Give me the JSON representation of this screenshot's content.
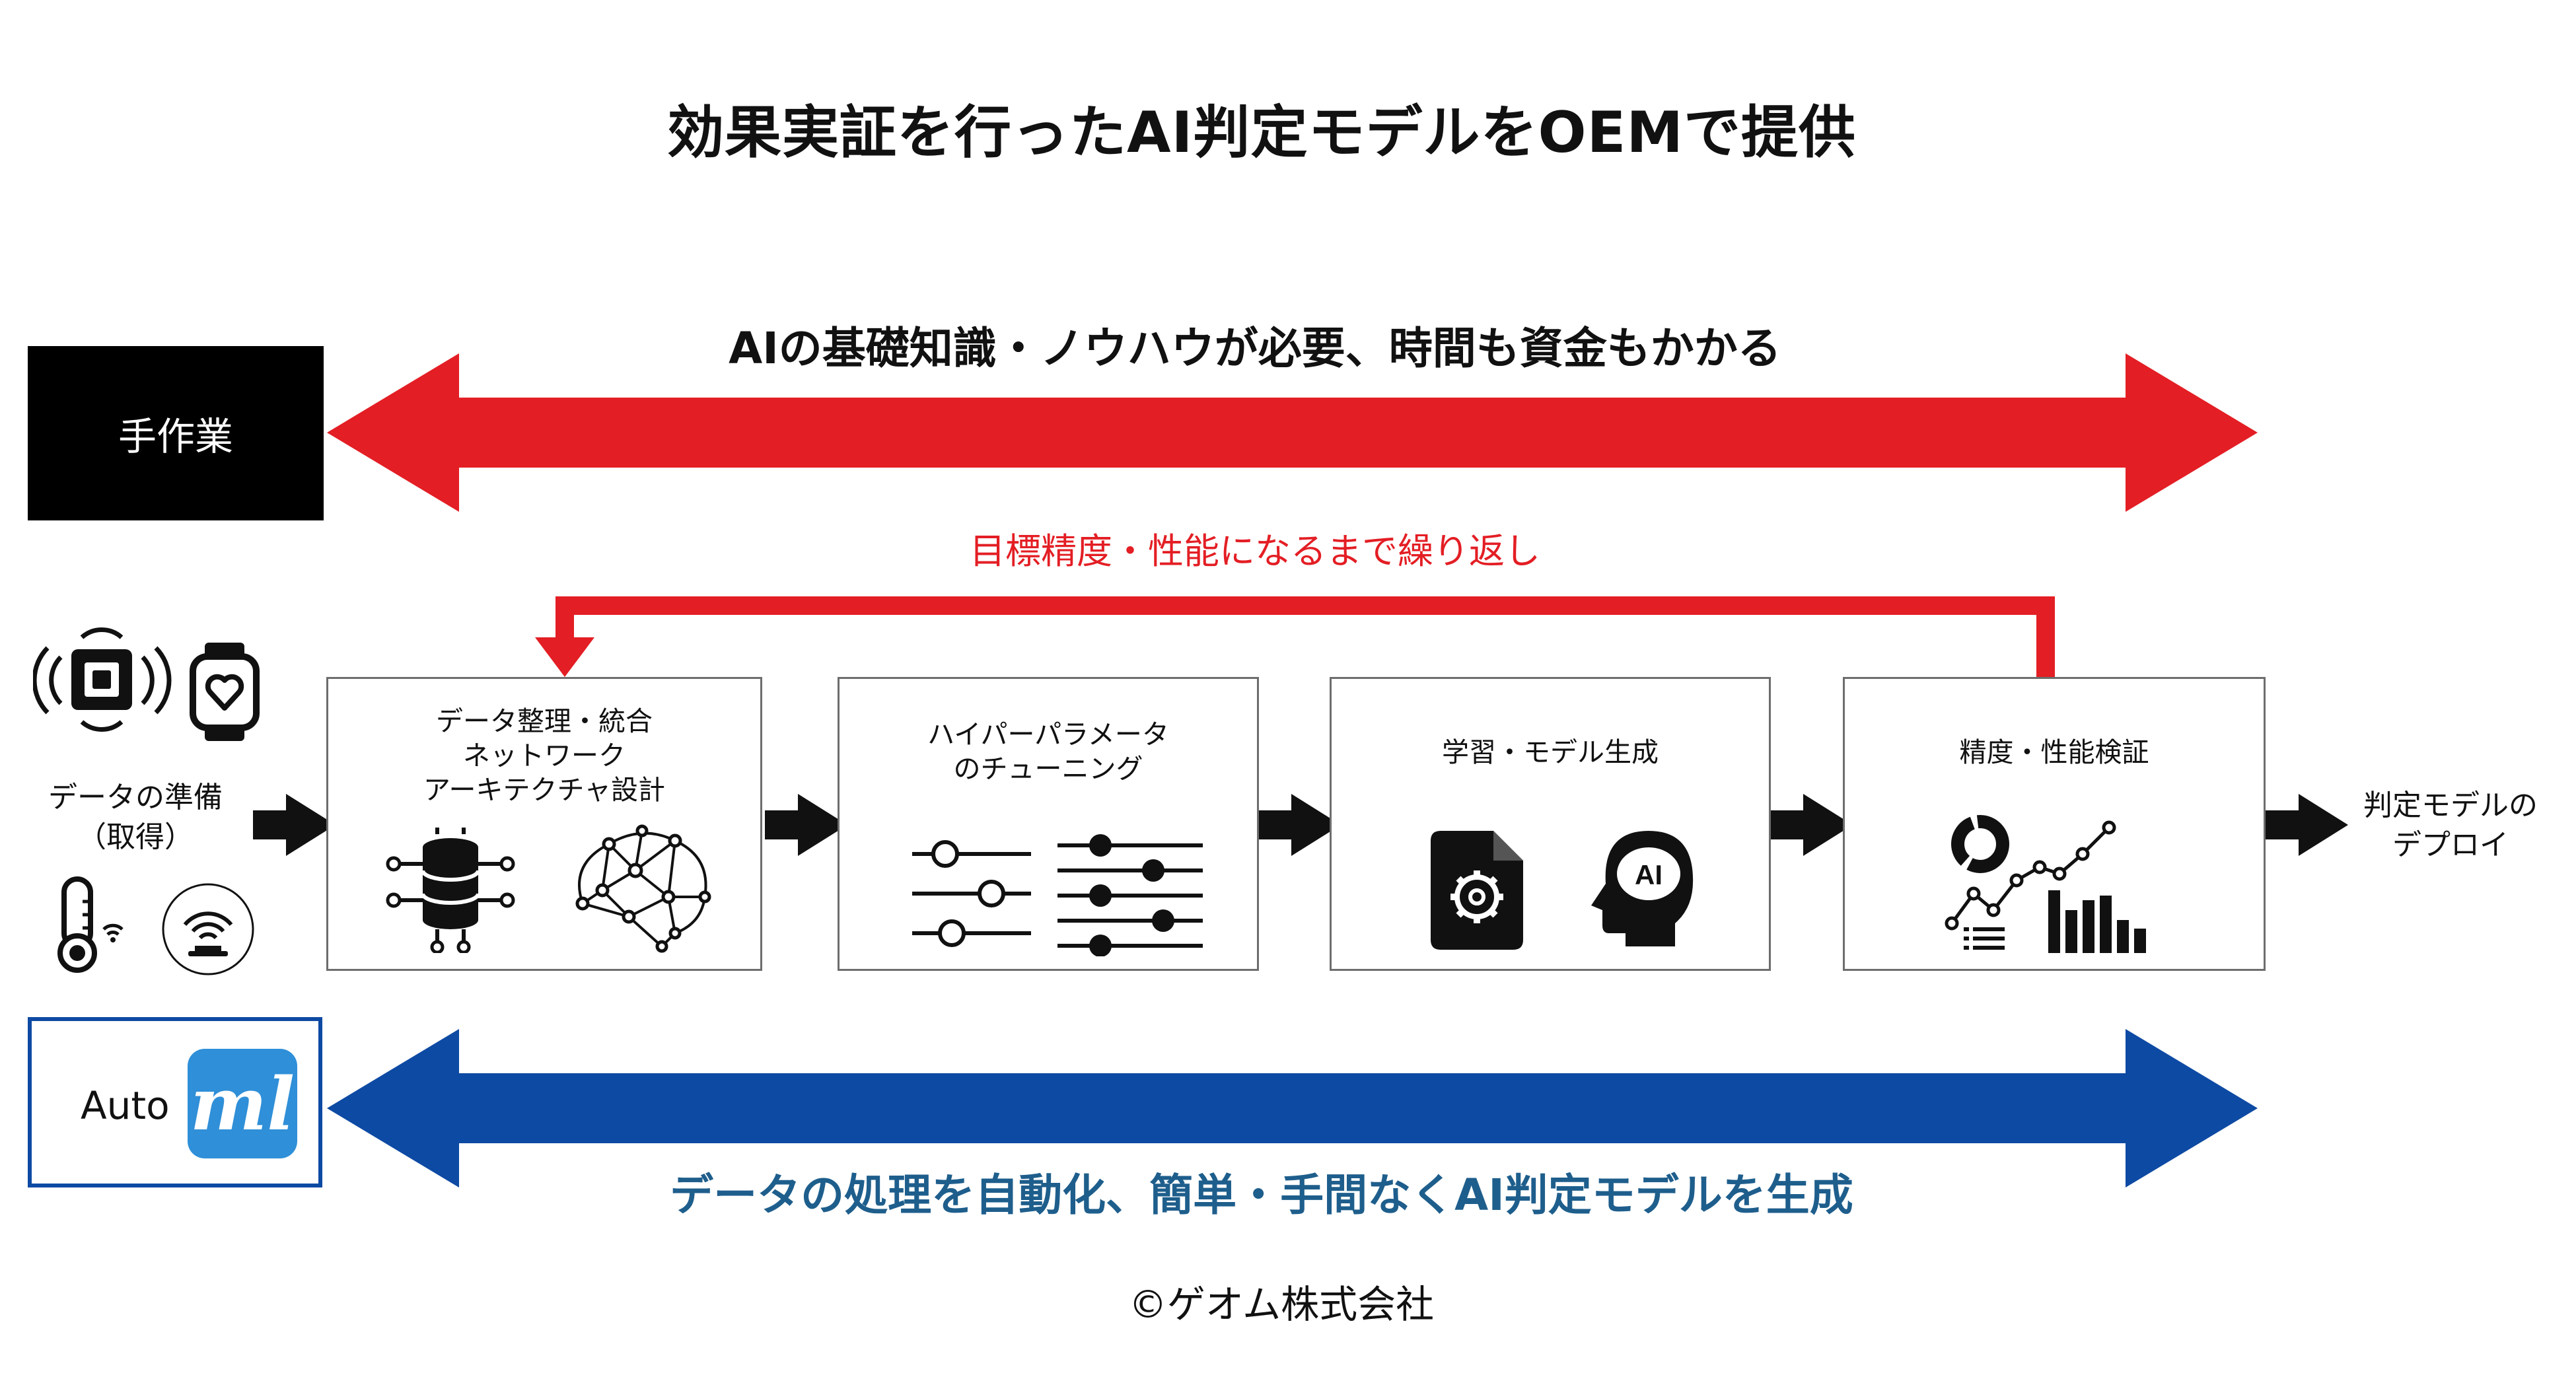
{
  "title": "効果実証を行ったAI判定モデルをOEMで提供",
  "manual": {
    "label": "手作業",
    "caption": "AIの基礎知識・ノウハウが必要、時間も資金もかかる",
    "arrow_color": "#e31e24"
  },
  "loop": {
    "caption": "目標精度・性能になるまで繰り返し",
    "color": "#e31e24"
  },
  "data_prep": {
    "line1": "データの準備",
    "line2": "（取得）"
  },
  "steps": [
    {
      "line1": "データ整理・統合",
      "line2": "ネットワーク",
      "line3": "アーキテクチャ設計"
    },
    {
      "line1": "ハイパーパラメータ",
      "line2": "のチューニング"
    },
    {
      "line1": "学習・モデル生成"
    },
    {
      "line1": "精度・性能検証"
    }
  ],
  "deploy": {
    "line1": "判定モデルの",
    "line2": "デプロイ"
  },
  "automl": {
    "word": "Auto",
    "badge": "ml",
    "caption": "データの処理を自動化、簡単・手間なくAI判定モデルを生成",
    "arrow_color": "#0d4aa3",
    "badge_color": "#2f8fd8"
  },
  "brain_ai_text": "AI",
  "copyright": "©ゲオム株式会社"
}
